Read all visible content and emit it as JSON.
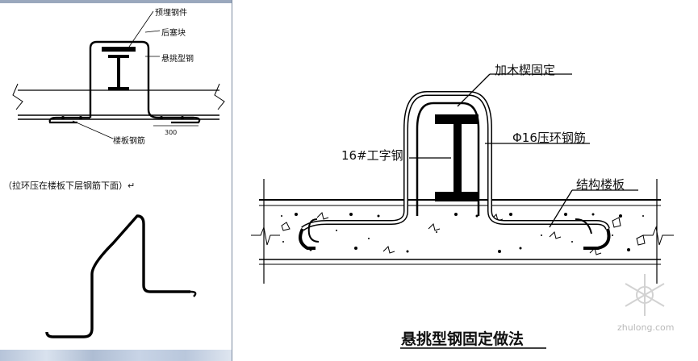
{
  "left": {
    "labels": {
      "top_plate": "预埋钢件",
      "back_block": "后塞块",
      "steel_beam": "悬挑型钢",
      "floor_rebar": "楼板钢筋",
      "dim": "300"
    },
    "caption": "（拉环压在楼板下层钢筋下面）↵"
  },
  "right": {
    "labels": {
      "wood_wedge": "加木楔固定",
      "rebar_ring": "Φ16压环钢筋",
      "i_beam": "16#工字钢",
      "slab": "结构楼板"
    },
    "title": "悬挑型钢固定做法",
    "watermark": "zhulong.com"
  }
}
